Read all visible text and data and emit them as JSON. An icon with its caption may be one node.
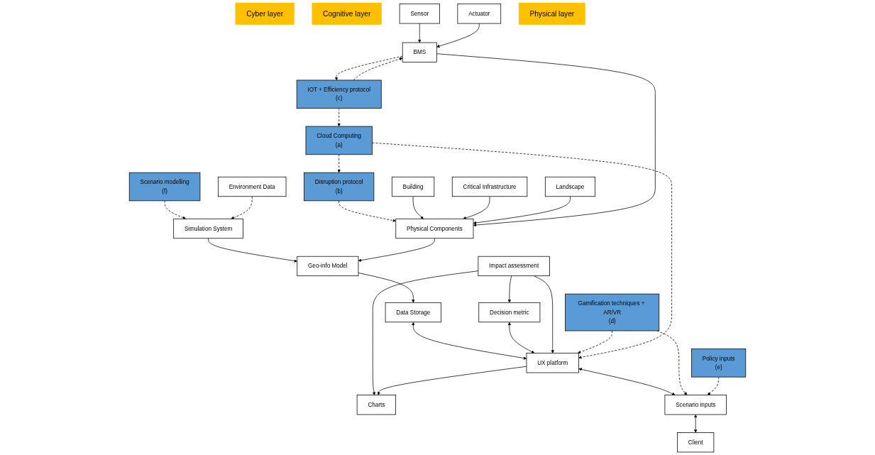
{
  "diagram": {
    "nodes": [
      {
        "text": [
          "Cyber layer"
        ]
      },
      {
        "text": [
          "Cognitive layer"
        ]
      },
      {
        "text": [
          "Scenario modelling",
          "(f)"
        ]
      },
      {
        "text": [
          "Simulation System"
        ]
      },
      {
        "text": [
          "Environment Data"
        ]
      },
      {
        "text": [
          "Charts"
        ]
      },
      {
        "text": [
          "Decision metric"
        ]
      },
      {
        "text": [
          "Impact assessment"
        ]
      },
      {
        "text": [
          "Physical Components"
        ]
      },
      {
        "text": [
          "Geo-info Model"
        ]
      },
      {
        "text": [
          "Data Storage"
        ]
      },
      {
        "text": [
          "UX platform"
        ]
      },
      {
        "text": [
          "Scenario inputs"
        ]
      },
      {
        "text": [
          "Disruption protocol",
          "(b)"
        ]
      },
      {
        "text": [
          "Building"
        ]
      },
      {
        "text": [
          "Critical Infrastructure"
        ]
      },
      {
        "text": [
          "Landscape"
        ]
      },
      {
        "text": [
          "BMS"
        ]
      },
      {
        "text": [
          "IOT + Efficiency protocol",
          "(c)"
        ]
      },
      {
        "text": [
          "Cloud Computing",
          "(a)"
        ]
      },
      {
        "text": [
          "Client"
        ]
      },
      {
        "text": [
          "Sensor"
        ]
      },
      {
        "text": [
          "Actuator"
        ]
      },
      {
        "text": [
          "Policy inputs",
          "(e)"
        ]
      },
      {
        "text": [
          "Gamification techniques + AR/VR",
          "(d)"
        ]
      },
      {
        "text": [
          "Physical layer"
        ]
      }
    ],
    "edges": [
      {
        "from": 2,
        "to": 3,
        "arrow": "to",
        "style": "dashed"
      },
      {
        "from": 4,
        "to": 3,
        "arrow": "to",
        "style": "dashed"
      },
      {
        "from": 3,
        "to": 9,
        "arrow": "to"
      },
      {
        "from": 8,
        "to": 9,
        "arrow": "to"
      },
      {
        "from": 9,
        "to": 10,
        "arrow": "to"
      },
      {
        "from": 10,
        "to": 11,
        "arrow": "both"
      },
      {
        "from": 6,
        "to": 11,
        "arrow": "both"
      },
      {
        "from": 7,
        "to": 5,
        "arrow": "to"
      },
      {
        "from": 7,
        "to": 6,
        "arrow": "to"
      },
      {
        "from": 7,
        "to": 11,
        "arrow": "to"
      },
      {
        "from": 11,
        "to": 5,
        "arrow": "to"
      },
      {
        "from": 11,
        "to": 12,
        "arrow": "both"
      },
      {
        "from": 24,
        "to": 11,
        "arrow": "to",
        "style": "dashed"
      },
      {
        "from": 24,
        "to": 12,
        "arrow": "to",
        "style": "dashed"
      },
      {
        "from": 23,
        "to": 12,
        "arrow": "to",
        "style": "dashed"
      },
      {
        "from": 12,
        "to": 20,
        "arrow": "both"
      },
      {
        "from": 19,
        "to": 11,
        "arrow": "to",
        "style": "dashed"
      },
      {
        "from": 19,
        "to": 13,
        "arrow": "to",
        "style": "dashed"
      },
      {
        "from": 13,
        "to": 8,
        "arrow": "to",
        "style": "dashed"
      },
      {
        "from": 14,
        "to": 8,
        "arrow": "to"
      },
      {
        "from": 15,
        "to": 8,
        "arrow": "to"
      },
      {
        "from": 16,
        "to": 8,
        "arrow": "to"
      },
      {
        "from": 17,
        "to": 8,
        "arrow": "to"
      },
      {
        "from": 18,
        "to": 17,
        "arrow": "to",
        "style": "dashed"
      },
      {
        "from": 17,
        "to": 18,
        "arrow": "to",
        "style": "dashed"
      },
      {
        "from": 18,
        "to": 19,
        "arrow": "to",
        "style": "dashed"
      },
      {
        "from": 21,
        "to": 17,
        "arrow": "to"
      },
      {
        "from": 22,
        "to": 17,
        "arrow": "to"
      }
    ]
  }
}
